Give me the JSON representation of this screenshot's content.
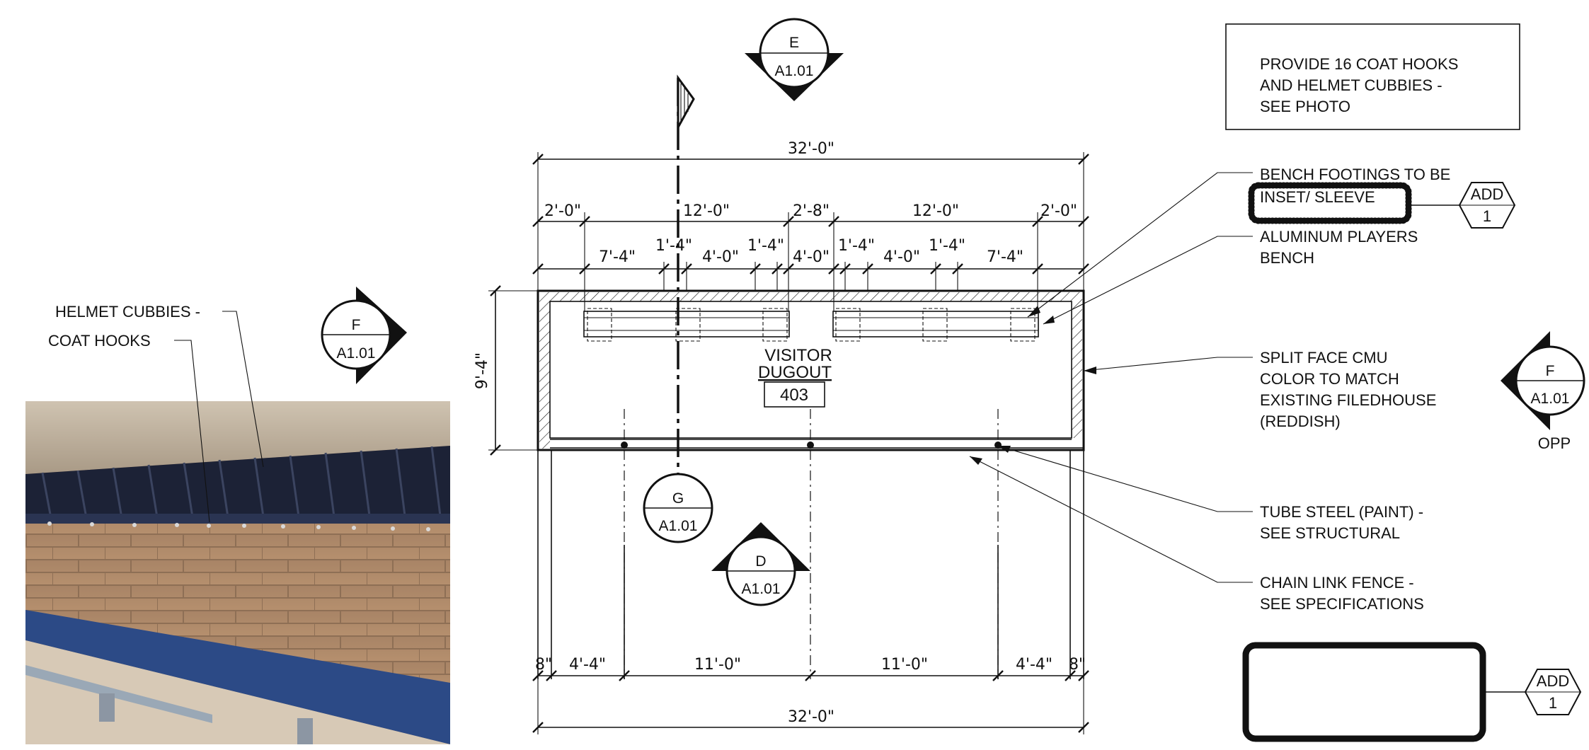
{
  "notes": {
    "hooks_box": [
      "PROVIDE 16 COAT HOOKS",
      "AND HELMET CUBBIES -",
      "SEE PHOTO"
    ],
    "bench_footings": [
      "BENCH FOOTINGS TO BE",
      "INSET/ SLEEVE"
    ],
    "players_bench": [
      "ALUMINUM PLAYERS",
      "BENCH"
    ],
    "cmu": [
      "SPLIT FACE CMU",
      "COLOR TO MATCH",
      "EXISTING FILEDHOUSE",
      "(REDDISH)"
    ],
    "tube_steel": [
      "TUBE STEEL (PAINT) -",
      "SEE STRUCTURAL"
    ],
    "chain_link": [
      "CHAIN LINK FENCE -",
      "SEE SPECIFICATIONS"
    ],
    "photo_labels": {
      "helmet": "HELMET CUBBIES -",
      "hooks": "COAT HOOKS"
    }
  },
  "room": {
    "name_line1": "VISITOR",
    "name_line2": "DUGOUT",
    "number": "403"
  },
  "section_marks": {
    "e": {
      "letter": "E",
      "sheet": "A1.01"
    },
    "f_photo": {
      "letter": "F",
      "sheet": "A1.01"
    },
    "f_right": {
      "letter": "F",
      "sheet": "A1.01",
      "note": "OPP"
    },
    "g": {
      "letter": "G",
      "sheet": "A1.01"
    },
    "d": {
      "letter": "D",
      "sheet": "A1.01"
    }
  },
  "addenda": {
    "top": {
      "label": "ADD",
      "number": "1"
    },
    "bottom": {
      "label": "ADD",
      "number": "1"
    }
  },
  "dimensions": {
    "overall_top": "32'-0\"",
    "top_row": [
      "2'-0\"",
      "12'-0\"",
      "2'-8\"",
      "12'-0\"",
      "2'-0\""
    ],
    "second_row": [
      "7'-4\"",
      "1'-4\"",
      "4'-0\"",
      "1'-4\"",
      "4'-0\"",
      "1'-4\"",
      "4'-0\"",
      "1'-4\"",
      "7'-4\""
    ],
    "height": "9'-4\"",
    "bottom_row": [
      "8\"",
      "4'-4\"",
      "11'-0\"",
      "11'-0\"",
      "4'-4\"",
      "8\""
    ],
    "overall_bottom": "32'-0\""
  },
  "photo": {
    "description_icon": "dugout-photo-icon"
  }
}
